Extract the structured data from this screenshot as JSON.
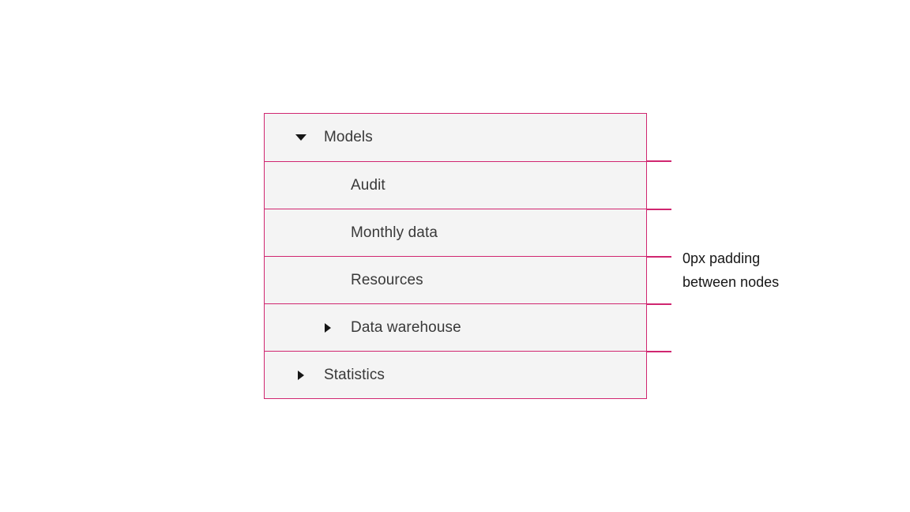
{
  "colors": {
    "annotation_line": "#d02670",
    "row_bg": "#f4f4f4",
    "text": "#161616"
  },
  "tree": {
    "items": [
      {
        "label": "Models",
        "depth": 0,
        "state": "expanded"
      },
      {
        "label": "Audit",
        "depth": 1,
        "state": "leaf"
      },
      {
        "label": "Monthly data",
        "depth": 1,
        "state": "leaf"
      },
      {
        "label": "Resources",
        "depth": 1,
        "state": "leaf"
      },
      {
        "label": "Data warehouse",
        "depth": 1,
        "state": "collapsed"
      },
      {
        "label": "Statistics",
        "depth": 0,
        "state": "collapsed"
      }
    ]
  },
  "annotation": {
    "line1": "0px padding",
    "line2": "between nodes"
  }
}
